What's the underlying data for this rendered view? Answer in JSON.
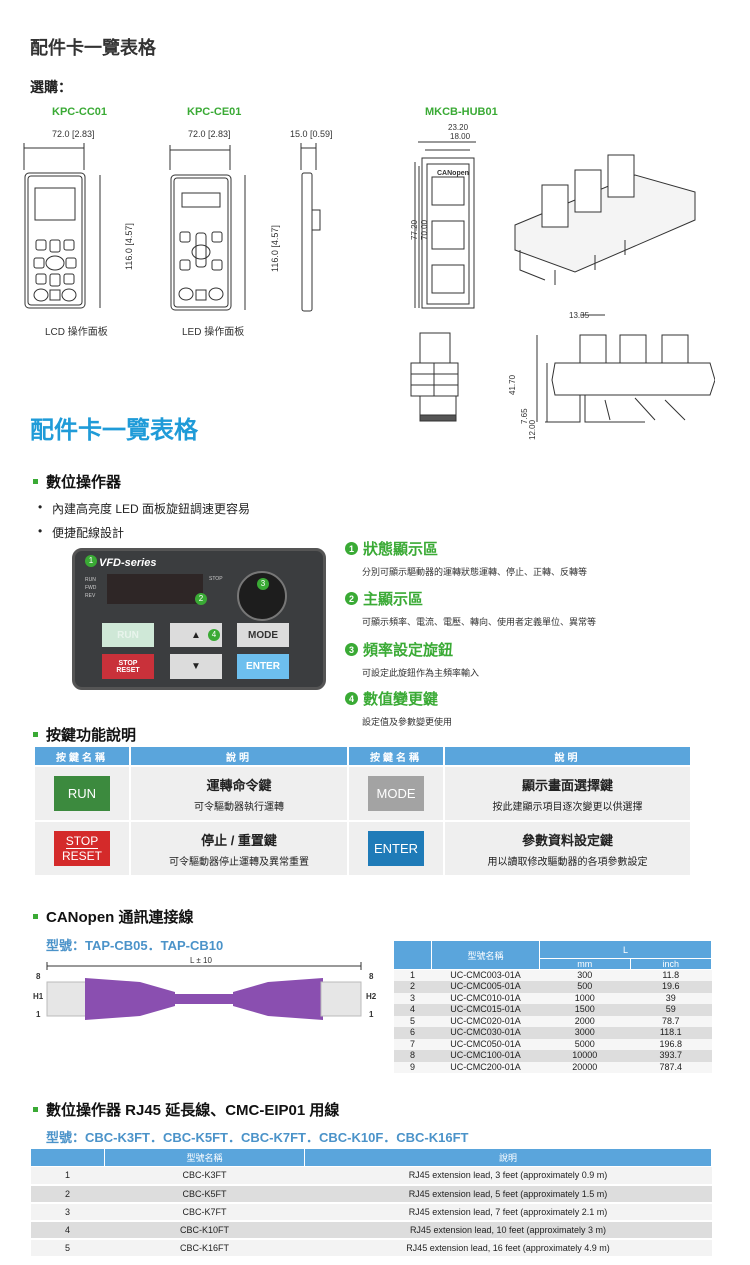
{
  "page_title": "配件卡一覽表格",
  "buy_label": "選購：",
  "drawings": {
    "kpc_cc01": {
      "model": "KPC-CC01",
      "width_dim": "72.0 [2.83]",
      "height_dim": "116.0 [4.57]",
      "caption": "LCD 操作面板"
    },
    "kpc_ce01": {
      "model": "KPC-CE01",
      "width_dim": "72.0 [2.83]",
      "height_dim": "116.0 [4.57]",
      "depth_dim": "15.0 [0.59]",
      "caption": "LED 操作面板"
    },
    "mkcb": {
      "model": "MKCB-HUB01",
      "dim_outer": "23.20",
      "dim_inner": "18.00",
      "dim_h1": "77.20",
      "dim_h2": "70.00",
      "port_label": "CANopen",
      "pitch": "13.35",
      "dim_41": "41.70",
      "dim_7": "7.65",
      "dim_12": "12.00"
    }
  },
  "section_title": "配件卡一覽表格",
  "digital_operator": {
    "heading": "數位操作器",
    "bullets": [
      "內建高亮度 LED 面板旋鈕調速更容易",
      "便捷配線設計"
    ],
    "keypad": {
      "brand": "VFD-series",
      "leds": [
        "RUN",
        "FWD",
        "REV"
      ],
      "stop_led": "STOP",
      "buttons": [
        "RUN",
        "STOP",
        "RESET",
        "MODE",
        "ENTER"
      ],
      "markers": [
        "1",
        "2",
        "3",
        "4"
      ]
    },
    "features": [
      {
        "num": "1",
        "title": "狀態顯示區",
        "desc": "分別可顯示驅動器的運轉狀態運轉、停止、正轉、反轉等"
      },
      {
        "num": "2",
        "title": "主顯示區",
        "desc": "可顯示頻率、電流、電壓、轉向、使用者定義單位、異常等"
      },
      {
        "num": "3",
        "title": "頻率設定旋鈕",
        "desc": "可設定此旋鈕作為主頻率輸入"
      },
      {
        "num": "4",
        "title": "數值變更鍵",
        "desc": "設定值及參數變更使用"
      }
    ]
  },
  "key_table": {
    "heading": "按鍵功能說明",
    "headers": [
      "按鍵名稱",
      "說明",
      "按鍵名稱",
      "說明"
    ],
    "rows": [
      {
        "k1": "RUN",
        "t1": "運轉命令鍵",
        "d1": "可令驅動器執行運轉",
        "k2": "MODE",
        "t2": "顯示畫面選擇鍵",
        "d2": "按此建顯示項目逐次變更以供選擇"
      },
      {
        "k1a": "STOP",
        "k1b": "RESET",
        "t1": "停止 / 重置鍵",
        "d1": "可令驅動器停止運轉及異常重置",
        "k2": "ENTER",
        "t2": "參數資料設定鍵",
        "d2": "用以讀取修改驅動器的各項參數設定"
      }
    ],
    "colors": {
      "run": "#3c8a3e",
      "mode": "#a3a3a3",
      "stop": "#d42a2a",
      "enter": "#1f7bb8"
    }
  },
  "canopen": {
    "heading": "CANopen 通訊連接線",
    "model": "型號：TAP-CB05．TAP-CB10",
    "cable": {
      "length": "L ± 10",
      "pin8": "8",
      "pin1": "1",
      "h1": "H1",
      "h2": "H2"
    },
    "table": {
      "header_name": "型號名稱",
      "header_l": "L",
      "unit_mm": "mm",
      "unit_inch": "inch",
      "rows": [
        [
          "1",
          "UC-CMC003-01A",
          "300",
          "11.8"
        ],
        [
          "2",
          "UC-CMC005-01A",
          "500",
          "19.6"
        ],
        [
          "3",
          "UC-CMC010-01A",
          "1000",
          "39"
        ],
        [
          "4",
          "UC-CMC015-01A",
          "1500",
          "59"
        ],
        [
          "5",
          "UC-CMC020-01A",
          "2000",
          "78.7"
        ],
        [
          "6",
          "UC-CMC030-01A",
          "3000",
          "118.1"
        ],
        [
          "7",
          "UC-CMC050-01A",
          "5000",
          "196.8"
        ],
        [
          "8",
          "UC-CMC100-01A",
          "10000",
          "393.7"
        ],
        [
          "9",
          "UC-CMC200-01A",
          "20000",
          "787.4"
        ]
      ]
    }
  },
  "rj45": {
    "heading": "數位操作器 RJ45 延長線、CMC-EIP01 用線",
    "model": "型號：CBC-K3FT．CBC-K5FT．CBC-K7FT．CBC-K10F．CBC-K16FT",
    "headers": [
      "",
      "型號名稱",
      "說明"
    ],
    "rows": [
      [
        "1",
        "CBC-K3FT",
        "RJ45 extension lead, 3 feet (approximately 0.9 m)"
      ],
      [
        "2",
        "CBC-K5FT",
        "RJ45 extension lead, 5 feet (approximately 1.5 m)"
      ],
      [
        "3",
        "CBC-K7FT",
        "RJ45 extension lead, 7 feet (approximately 2.1 m)"
      ],
      [
        "4",
        "CBC-K10FT",
        "RJ45 extension lead, 10 feet (approximately 3 m)"
      ],
      [
        "5",
        "CBC-K16FT",
        "RJ45 extension lead, 16 feet (approximately 4.9 m)"
      ]
    ]
  }
}
